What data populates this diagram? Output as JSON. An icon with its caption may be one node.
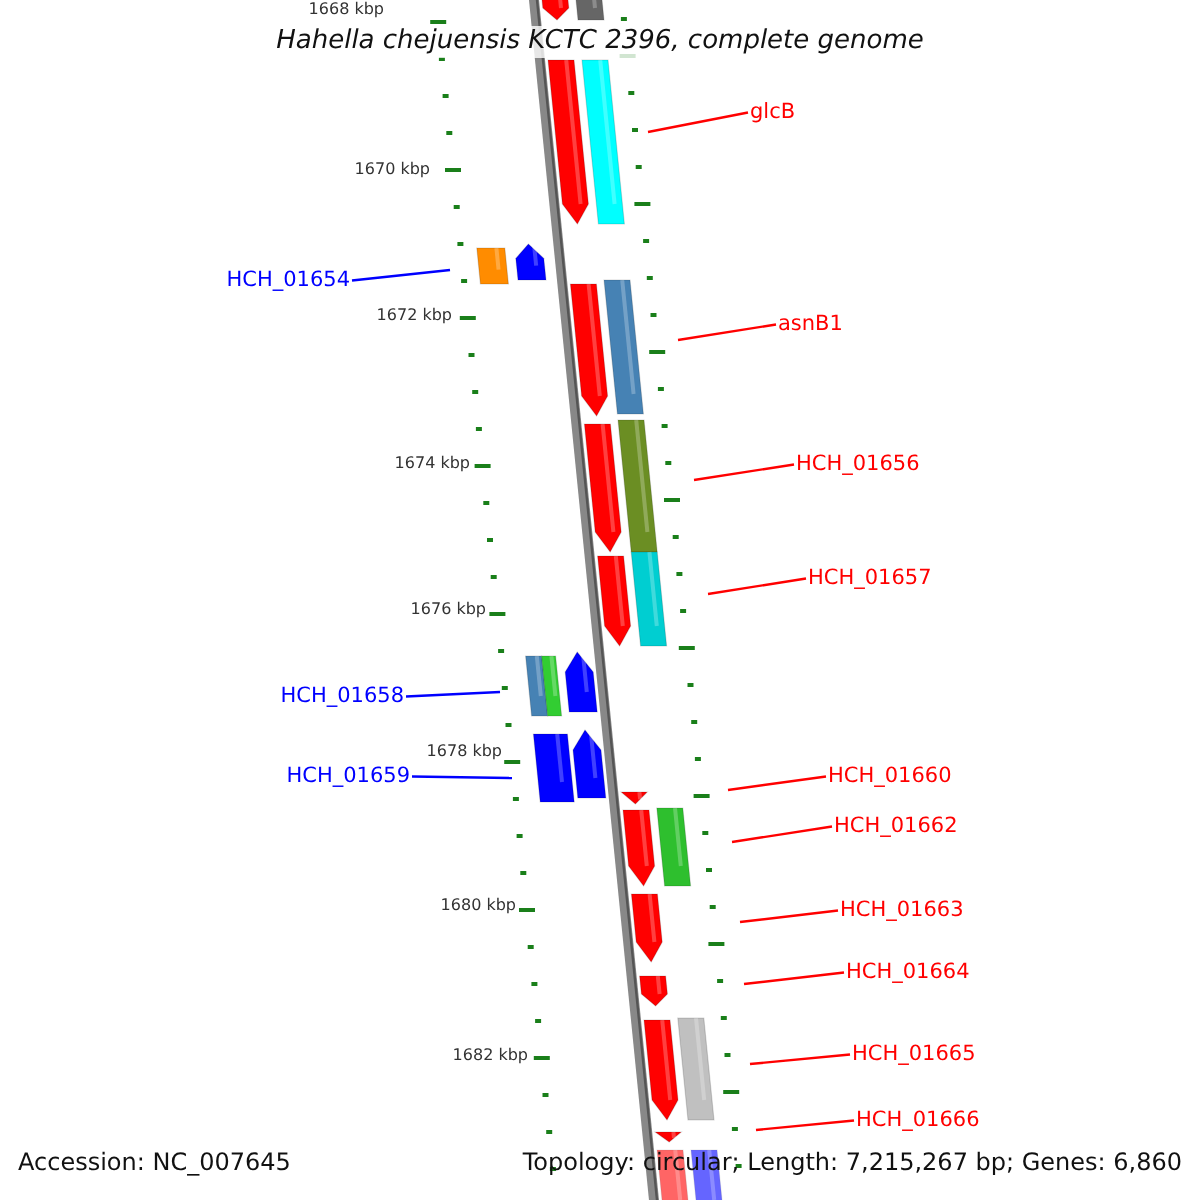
{
  "diagram": {
    "title": "Hahella chejuensis KCTC 2396, complete genome",
    "nodes": [
      {
        "text": [
          "glcB"
        ]
      },
      {
        "text": [
          "HCH_01654"
        ]
      },
      {
        "text": [
          "asnB1"
        ]
      },
      {
        "text": [
          "HCH_01656"
        ]
      },
      {
        "text": [
          "HCH_01657"
        ]
      },
      {
        "text": [
          "HCH_01658"
        ]
      },
      {
        "text": [
          "HCH_01659"
        ]
      },
      {
        "text": [
          "HCH_01660"
        ]
      },
      {
        "text": [
          "HCH_01662"
        ]
      },
      {
        "text": [
          "HCH_01663"
        ]
      },
      {
        "text": [
          "HCH_01664"
        ]
      },
      {
        "text": [
          "HCH_01665"
        ]
      },
      {
        "text": [
          "HCH_01666"
        ]
      }
    ],
    "edges": [
      {
        "from": 0,
        "to": null,
        "arrow": "none"
      },
      {
        "from": 1,
        "to": null,
        "arrow": "none",
        "color": "#0000ff"
      },
      {
        "from": 2,
        "to": null,
        "arrow": "none"
      },
      {
        "from": 3,
        "to": null,
        "arrow": "none"
      },
      {
        "from": 4,
        "to": null,
        "arrow": "none"
      },
      {
        "from": 5,
        "to": null,
        "arrow": "none",
        "color": "#0000ff"
      },
      {
        "from": 6,
        "to": null,
        "arrow": "none",
        "color": "#0000ff"
      },
      {
        "from": 7,
        "to": null,
        "arrow": "none"
      },
      {
        "from": 8,
        "to": null,
        "arrow": "none"
      },
      {
        "from": 9,
        "to": null,
        "arrow": "none"
      },
      {
        "from": 10,
        "to": null,
        "arrow": "none"
      },
      {
        "from": 11,
        "to": null,
        "arrow": "none"
      },
      {
        "from": 12,
        "to": null,
        "arrow": "none"
      }
    ],
    "labels": [
      "1668 kbp",
      "1670 kbp",
      "1672 kbp",
      "1674 kbp",
      "1676 kbp",
      "1678 kbp",
      "1680 kbp",
      "1682 kbp",
      "Accession: NC_007645",
      "Topology: circular; Length: 7,215,267 bp; Genes: 6,860"
    ]
  }
}
